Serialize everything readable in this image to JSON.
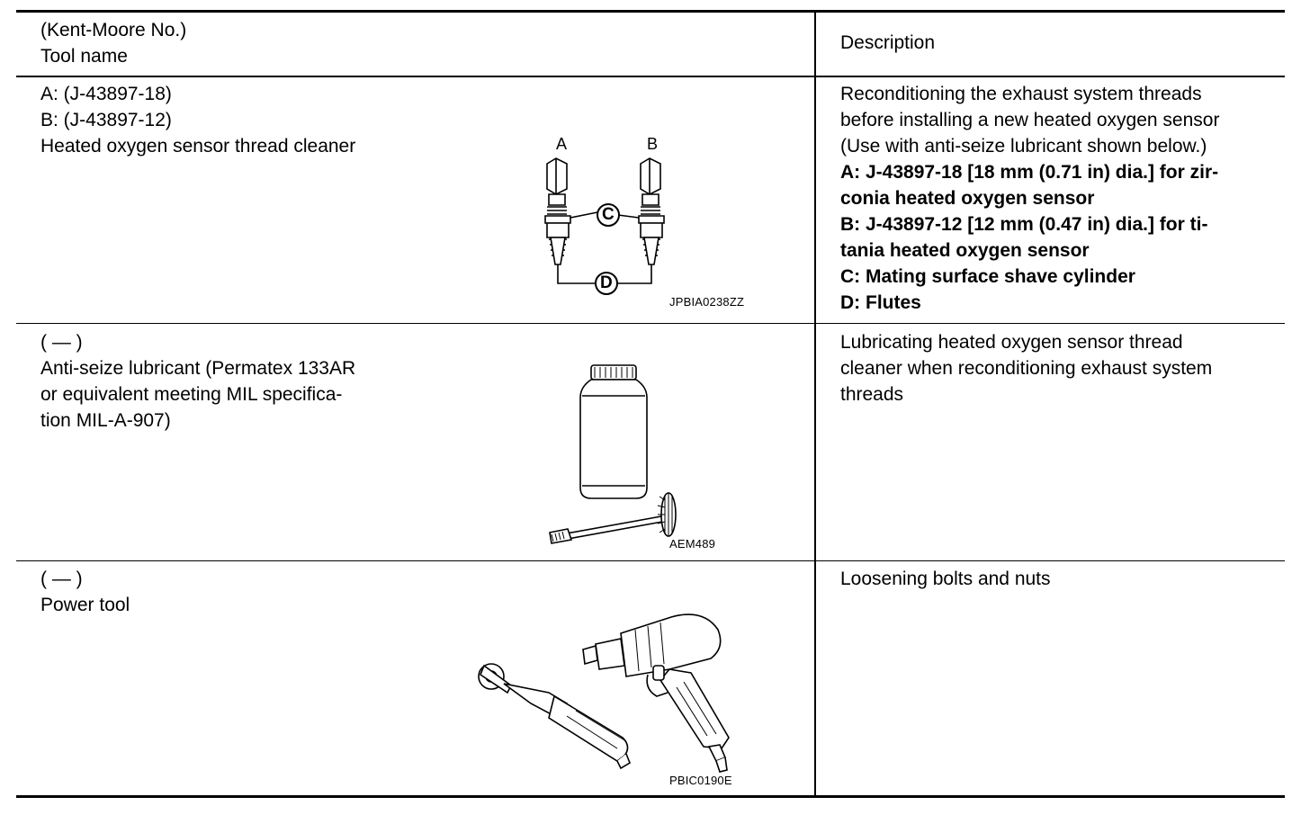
{
  "header": {
    "tool_col_line1": "(Kent-Moore No.)",
    "tool_col_line2": "Tool name",
    "desc_col": "Description"
  },
  "rows": [
    {
      "tool_lines": [
        "A: (J-43897-18)",
        "B: (J-43897-12)",
        "Heated oxygen sensor thread cleaner"
      ],
      "desc_lines": [
        "Reconditioning the exhaust system threads",
        "before installing a new heated oxygen sensor",
        "(Use with anti-seize lubricant shown below.)"
      ],
      "desc_bold_lines": [
        "A: J-43897-18 [18 mm (0.71 in) dia.] for zir-",
        "conia heated oxygen sensor",
        "B: J-43897-12 [12 mm  (0.47 in) dia.] for ti-",
        "tania heated oxygen sensor",
        "C: Mating surface shave cylinder",
        "D: Flutes"
      ],
      "figure_labels": {
        "a": "A",
        "b": "B",
        "c": "C",
        "d": "D"
      },
      "figure_code": "JPBIA0238ZZ"
    },
    {
      "tool_lines": [
        "(    —    )",
        "Anti-seize lubricant (Permatex 133AR",
        "or equivalent meeting MIL specifica-",
        "tion MIL-A-907)"
      ],
      "desc_lines": [
        "Lubricating heated oxygen sensor thread",
        "cleaner when reconditioning exhaust system",
        "threads"
      ],
      "figure_code": "AEM489"
    },
    {
      "tool_lines": [
        "(    —    )",
        "Power tool"
      ],
      "desc_lines": [
        "Loosening bolts and nuts"
      ],
      "figure_code": "PBIC0190E"
    }
  ]
}
